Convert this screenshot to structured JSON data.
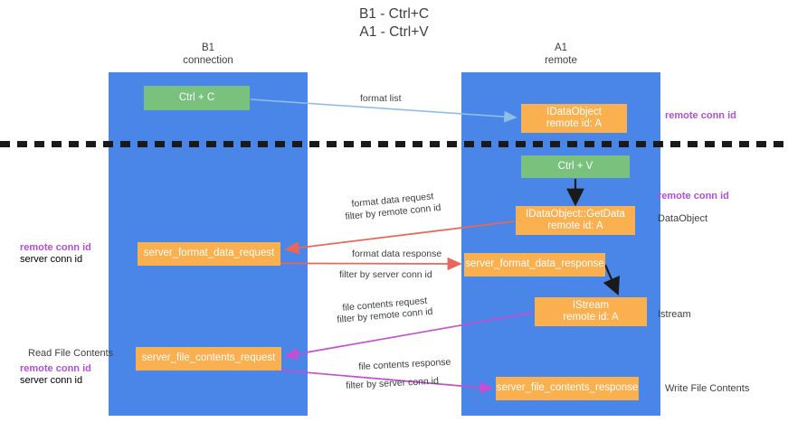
{
  "title": {
    "line1": "B1 - Ctrl+C",
    "line2": "A1 - Ctrl+V"
  },
  "lanes": [
    {
      "id": "b1",
      "name": "B1",
      "role": "connection"
    },
    {
      "id": "a1",
      "name": "A1",
      "role": "remote"
    }
  ],
  "boxes": {
    "ctrl_c": {
      "line1": "Ctrl + C",
      "color": "#79c17d"
    },
    "idataobject": {
      "line1": "IDataObject",
      "line2": "remote id: A",
      "color": "#fbb050"
    },
    "ctrl_v": {
      "line1": "Ctrl + V",
      "color": "#79c17d"
    },
    "getdata": {
      "line1": "IDataObject::GetData",
      "line2": "remote id: A",
      "color": "#fbb050"
    },
    "server_format_data_request": {
      "line1": "server_format_data_request",
      "color": "#fbb050"
    },
    "server_format_data_response": {
      "line1": "server_format_data_response",
      "color": "#fbb050"
    },
    "istream": {
      "line1": "IStream",
      "line2": "remote id: A",
      "color": "#fbb050"
    },
    "server_file_contents_request": {
      "line1": "server_file_contents_request",
      "color": "#fbb050"
    },
    "server_file_contents_response": {
      "line1": "server_file_contents_response",
      "color": "#fbb050"
    }
  },
  "arrow_labels": {
    "format_list": "format list",
    "format_data_request": "format data request",
    "format_data_request_filter_prefix": "filter by ",
    "format_data_request_filter_key": "remote conn id",
    "format_data_response": "format data response",
    "format_data_response_filter_prefix": "filter by ",
    "format_data_response_filter_key": "server conn id",
    "file_contents_request": "file contents request",
    "file_contents_request_filter_prefix": "filter by ",
    "file_contents_request_filter_key": "remote conn id",
    "file_contents_response": "file contents response",
    "file_contents_response_filter_prefix": "filter by ",
    "file_contents_response_filter_key": "server conn id"
  },
  "side_labels": {
    "right_remote_conn_id_top": "remote conn id",
    "right_remote_conn_id_mid": "remote conn id",
    "right_dataobject": "DataObject",
    "right_istream": "Istream",
    "right_write_file_contents": "Write File Contents",
    "left_remote_conn_id_1": "remote conn id",
    "left_server_conn_id_1": "server conn id",
    "left_read_file_contents": "Read File Contents",
    "left_remote_conn_id_2": "remote conn id",
    "left_server_conn_id_2": "server conn id"
  },
  "colors": {
    "lane": "#4a86e8",
    "green_box": "#79c17d",
    "orange_box": "#fbb050",
    "purple_text": "#b14fd8",
    "green_text": "#6aa84f",
    "arrow_blue": "#8fbfe8",
    "arrow_red": "#e8675a",
    "arrow_magenta": "#c44fd0",
    "arrow_black": "#1a1a1a",
    "divider": "#1a1a1a",
    "body_text": "#3c4043",
    "background": "#ffffff"
  }
}
